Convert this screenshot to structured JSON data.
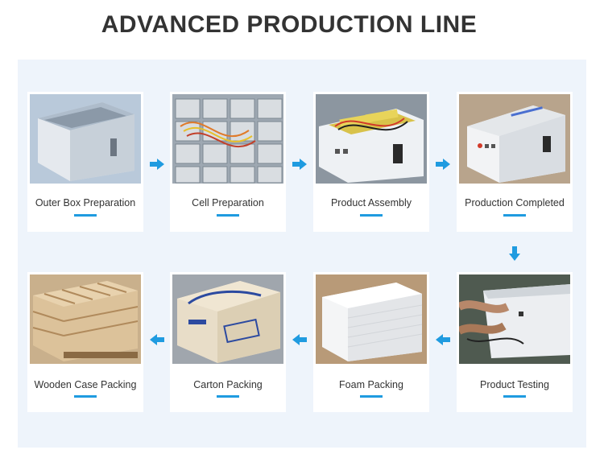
{
  "page": {
    "title": "ADVANCED PRODUCTION LINE"
  },
  "colors": {
    "accent": "#1f9be0",
    "panel_bg": "#eef4fb",
    "title_text": "#333333"
  },
  "steps": [
    {
      "label": "Outer Box Preparation"
    },
    {
      "label": "Cell  Preparation"
    },
    {
      "label": "Product  Assembly"
    },
    {
      "label": "Production Completed"
    },
    {
      "label": "Product Testing"
    },
    {
      "label": "Foam Packing"
    },
    {
      "label": "Carton Packing"
    },
    {
      "label": "Wooden Case Packing"
    }
  ],
  "arrows": [
    {
      "direction": "right",
      "icon": "arrow-right-icon"
    },
    {
      "direction": "down",
      "icon": "arrow-down-icon"
    },
    {
      "direction": "left",
      "icon": "arrow-left-icon"
    }
  ]
}
